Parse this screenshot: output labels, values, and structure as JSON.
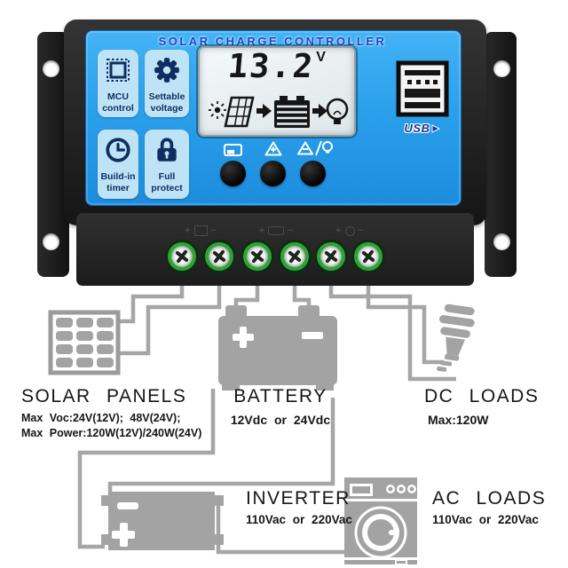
{
  "device": {
    "title": "SOLAR CHARGE CONTROLLER",
    "features": [
      {
        "label": "MCU control",
        "icon": "chip-icon"
      },
      {
        "label": "Settable voltage",
        "icon": "gear-icon"
      },
      {
        "label": "Build-in timer",
        "icon": "clock-icon"
      },
      {
        "label": "Full protect",
        "icon": "lock-icon"
      }
    ],
    "lcd": {
      "voltage": "13.2",
      "unit": "V",
      "icons": [
        "sun-icon",
        "solar-panel-icon",
        "arrow-right-icon",
        "battery-icon",
        "arrow-right-icon",
        "bulb-icon"
      ]
    },
    "buttons": [
      {
        "icon": "display-menu-icon"
      },
      {
        "icon": "triangle-plus-icon"
      },
      {
        "icon": "triangle-minus-light-icon"
      }
    ],
    "usb": {
      "label": "USB"
    },
    "terminal_markers": [
      {
        "plus": "+",
        "minus": "−",
        "icon": "solar-panel-marker-icon"
      },
      {
        "plus": "+",
        "minus": "−",
        "icon": "battery-marker-icon"
      },
      {
        "plus": "+",
        "minus": "−",
        "icon": "bulb-marker-icon"
      }
    ]
  },
  "labels": {
    "solar_panels": {
      "title": "SOLAR PANELS",
      "spec1": "Max Voc:24V(12V); 48V(24V);",
      "spec2": "Max Power:120W(12V)/240W(24V)"
    },
    "battery": {
      "title": "BATTERY",
      "spec1": "12Vdc or 24Vdc"
    },
    "dc_loads": {
      "title": "DC LOADS",
      "spec1": "Max:120W"
    },
    "inverter": {
      "title": "INVERTER",
      "spec1": "110Vac or 220Vac"
    },
    "ac_loads": {
      "title": "AC LOADS",
      "spec1": "110Vac or 220Vac"
    }
  },
  "colors": {
    "face_blue": "#2aa0ec",
    "badge_blue": "#bfe3f6",
    "navy": "#0d2f5f",
    "title_blue": "#1547c8",
    "lcd_bg": "#eaf0f2",
    "screw_green": "#2fa23c",
    "diagram_gray": "#a3a3a3",
    "body_black": "#1f1f1f"
  }
}
